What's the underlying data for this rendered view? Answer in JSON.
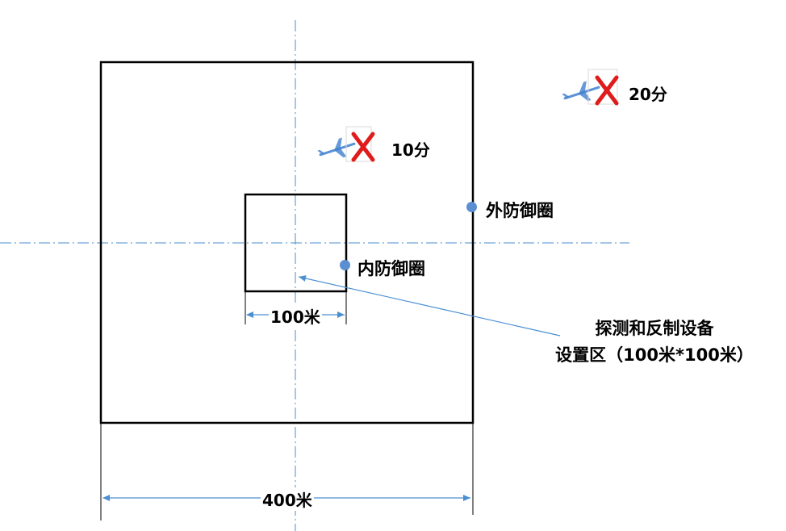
{
  "colors": {
    "outline": "#000000",
    "centerline": "#4a8fd1",
    "dimension": "#4a8fd1",
    "marker": "#5b8fd1",
    "x_mark": "#e01b1b",
    "plane": "#3f7fcf"
  },
  "icons": [
    "airplane-icon",
    "x-mark-icon"
  ],
  "labels": {
    "outer_ring": "外防御圈",
    "inner_ring": "内防御圈",
    "inner_dimension": "100米",
    "outer_dimension": "400米",
    "note_line1": "探测和反制设备",
    "note_line2": "设置区（100米*100米）"
  },
  "targets": [
    {
      "time_label": "10分"
    },
    {
      "time_label": "20分"
    }
  ]
}
